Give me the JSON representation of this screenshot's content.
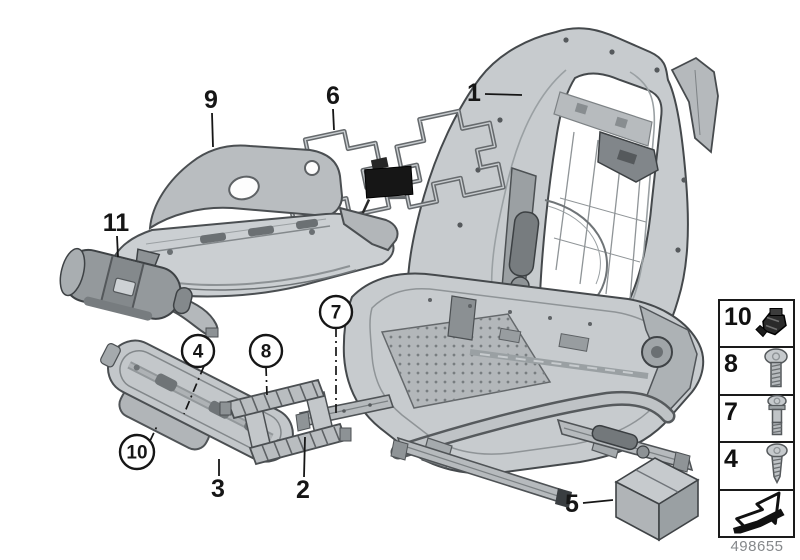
{
  "figure": {
    "code": "498655"
  },
  "callouts": {
    "n1": "1",
    "n2": "2",
    "n3": "3",
    "n4": "4",
    "n5": "5",
    "n6": "6",
    "n7": "7",
    "n8": "8",
    "n9": "9",
    "n10": "10",
    "n11": "11"
  },
  "legend": {
    "rows": [
      {
        "num": "10",
        "icon": "fastener-clip-icon"
      },
      {
        "num": "8",
        "icon": "button-head-screw-icon"
      },
      {
        "num": "7",
        "icon": "shoulder-bolt-icon"
      },
      {
        "num": "4",
        "icon": "self-tapping-screw-icon"
      },
      {
        "num": "",
        "icon": "direction-arrow-icon"
      }
    ]
  },
  "colors": {
    "part_fill": "#c7cbce",
    "part_fill_mid": "#b3b7ba",
    "part_fill_dark": "#8d9295",
    "outline": "#45494c",
    "black": "#161616",
    "footer_text": "#85888b",
    "background": "#ffffff"
  }
}
